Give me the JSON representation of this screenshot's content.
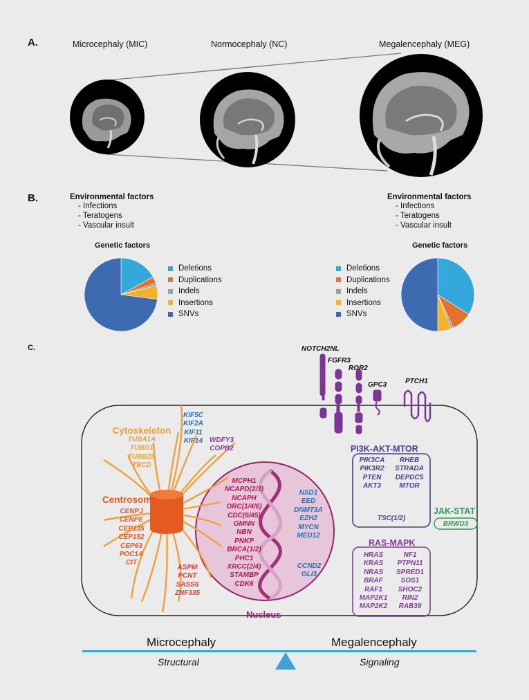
{
  "panel_a": {
    "label": "A.",
    "titles": [
      "Microcephaly (MIC)",
      "Normocephaly (NC)",
      "Megalencephaly (MEG)"
    ]
  },
  "panel_b": {
    "label": "B.",
    "left": {
      "env_title": "Environmental factors",
      "env_items": [
        "- Infections",
        "- Teratogens",
        "- Vascular insult"
      ],
      "genetic_title": "Genetic factors",
      "pie": [
        {
          "label": "Deletions",
          "value": 17,
          "color": "#35a8db"
        },
        {
          "label": "Duplications",
          "value": 3,
          "color": "#e3722f"
        },
        {
          "label": "Indels",
          "value": 1,
          "color": "#9d9d9d"
        },
        {
          "label": "Insertions",
          "value": 6,
          "color": "#f2b32a"
        },
        {
          "label": "SNVs",
          "value": 73,
          "color": "#3e6ab2"
        }
      ]
    },
    "right": {
      "env_title": "Environmental factors",
      "env_items": [
        "- Infections",
        "- Teratogens",
        "- Vascular insult"
      ],
      "genetic_title": "Genetic factors",
      "pie": [
        {
          "label": "Deletions",
          "value": 34,
          "color": "#35a8db"
        },
        {
          "label": "Duplications",
          "value": 9,
          "color": "#e3722f"
        },
        {
          "label": "Indels",
          "value": 1,
          "color": "#9d9d9d"
        },
        {
          "label": "Insertions",
          "value": 6,
          "color": "#f2b32a"
        },
        {
          "label": "SNVs",
          "value": 50,
          "color": "#3e6ab2"
        }
      ]
    }
  },
  "panel_c": {
    "label": "C.",
    "receptors": [
      "NOTCH2NL",
      "FGFR3",
      "ROR2",
      "GPC3",
      "PTCH1"
    ],
    "cytoskeleton": {
      "title": "Cytoskeleton",
      "genes": [
        "TUBA1A",
        "TUBG1",
        "TUBB2B",
        "TBCD"
      ]
    },
    "kinesins": [
      "KIF5C",
      "KIF2A",
      "KIF11",
      "KIF14"
    ],
    "wdfy": [
      "WDFY3",
      "COPB2"
    ],
    "centrosome": {
      "title": "Centrosome",
      "genes": [
        "CENPJ",
        "CENPE",
        "CEP135",
        "CEP152",
        "CEP63",
        "POC1A",
        "CIT"
      ]
    },
    "centrosome_lower": [
      "ASPM",
      "PCNT",
      "SASS6",
      "ZNF335"
    ],
    "nucleus": {
      "title": "Nucleus",
      "red_genes": [
        "MCPH1",
        "NCAPD(2/3)",
        "NCAPH",
        "ORC(1/4/6)",
        "CDC(6/45)",
        "GMNN",
        "NBN",
        "PNKP",
        "BRCA(1/2)",
        "PHC1",
        "XRCC(2/4)",
        "STAMBP",
        "CDK6"
      ],
      "blue_genes": [
        "NSD1",
        "EED",
        "DNMT3A",
        "EZH2",
        "MYCN",
        "MED12"
      ],
      "blue_genes_lower": [
        "CCND2",
        "GLI3"
      ]
    },
    "pi3k": {
      "title": "PI3K-AKT-MTOR",
      "col1": [
        "PIK3CA",
        "PIK3R2",
        "PTEN",
        "AKT3"
      ],
      "col2": [
        "RHEB",
        "STRADA",
        "DEPDC5",
        "MTOR"
      ],
      "last": "TSC(1/2)"
    },
    "jak": {
      "title": "JAK-STAT",
      "gene": "BRWD3"
    },
    "ras": {
      "title": "RAS-MAPK",
      "col1": [
        "HRAS",
        "KRAS",
        "NRAS",
        "BRAF",
        "RAF1",
        "MAP2K1",
        "MAP2K2"
      ],
      "col2": [
        "NF1",
        "PTPN11",
        "SPRED1",
        "SOS1",
        "SHOC2",
        "RIN2",
        "RAB39"
      ]
    }
  },
  "balance": {
    "left": "Microcephaly",
    "right": "Megalencephaly",
    "left_sub": "Structural",
    "right_sub": "Signaling"
  },
  "colors": {
    "cytoskeleton": "#f0a03a",
    "centrosome": "#e55a20",
    "kinesin_blue": "#2a6fb2",
    "nucleus": "#9b1f6a",
    "nucleus_fill": "#e8c6da",
    "pi3k": "#4a3d92",
    "jak": "#2e9a55",
    "ras": "#7e3f96",
    "receptor": "#7b3594",
    "balance": "#3ba3d9"
  },
  "icons": {
    "scale": "balance-scale-icon"
  }
}
